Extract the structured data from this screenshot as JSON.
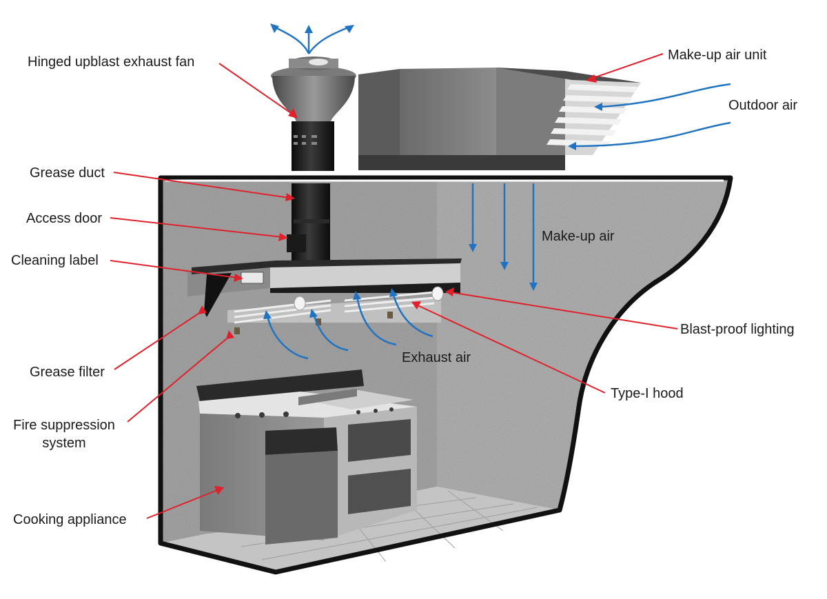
{
  "labels": {
    "exhaust_fan": "Hinged upblast exhaust fan",
    "grease_duct": "Grease duct",
    "access_door": "Access door",
    "cleaning_label": "Cleaning label",
    "grease_filter": "Grease filter",
    "fire_suppression_line1": "Fire suppression",
    "fire_suppression_line2": "system",
    "cooking_appliance": "Cooking appliance",
    "makeup_air_unit": "Make-up air unit",
    "outdoor_air": "Outdoor air",
    "makeup_air": "Make-up air",
    "blast_proof_lighting": "Blast-proof lighting",
    "exhaust_air": "Exhaust air",
    "type_i_hood": "Type-I hood"
  },
  "colors": {
    "leader_line": "#e0202a",
    "airflow": "#1f73c0",
    "wall_texture": "#a8a8a8",
    "outline": "#111111",
    "steel_dark": "#1c1c1c",
    "steel_mid": "#6b6b6b",
    "steel_light": "#bdbdbd"
  },
  "icons": {
    "leader_arrow": "red-arrow",
    "airflow_arrow": "blue-arrow"
  }
}
